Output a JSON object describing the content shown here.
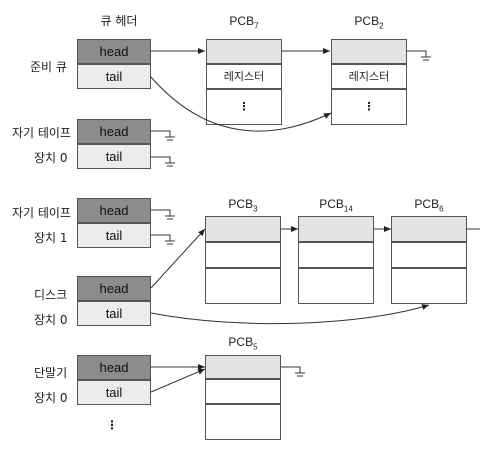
{
  "header": {
    "queue_header": "큐 헤더"
  },
  "queues": [
    {
      "label_line1": "준비 큐",
      "label_line2": "",
      "head": "head",
      "tail": "tail"
    },
    {
      "label_line1": "자기 테이프",
      "label_line2": "장치 0",
      "head": "head",
      "tail": "tail"
    },
    {
      "label_line1": "자기 테이프",
      "label_line2": "장치 1",
      "head": "head",
      "tail": "tail"
    },
    {
      "label_line1": "디스크",
      "label_line2": "장치 0",
      "head": "head",
      "tail": "tail"
    },
    {
      "label_line1": "단말기",
      "label_line2": "장치 0",
      "head": "head",
      "tail": "tail"
    }
  ],
  "pcbs": {
    "pcb7": {
      "name": "PCB",
      "sub": "7",
      "register": "레지스터",
      "more": "⋮"
    },
    "pcb2": {
      "name": "PCB",
      "sub": "2",
      "register": "레지스터",
      "more": "⋮"
    },
    "pcb3": {
      "name": "PCB",
      "sub": "3"
    },
    "pcb14": {
      "name": "PCB",
      "sub": "14"
    },
    "pcb6": {
      "name": "PCB",
      "sub": "6"
    },
    "pcb5": {
      "name": "PCB",
      "sub": "5"
    }
  },
  "more_queues": "⋮"
}
